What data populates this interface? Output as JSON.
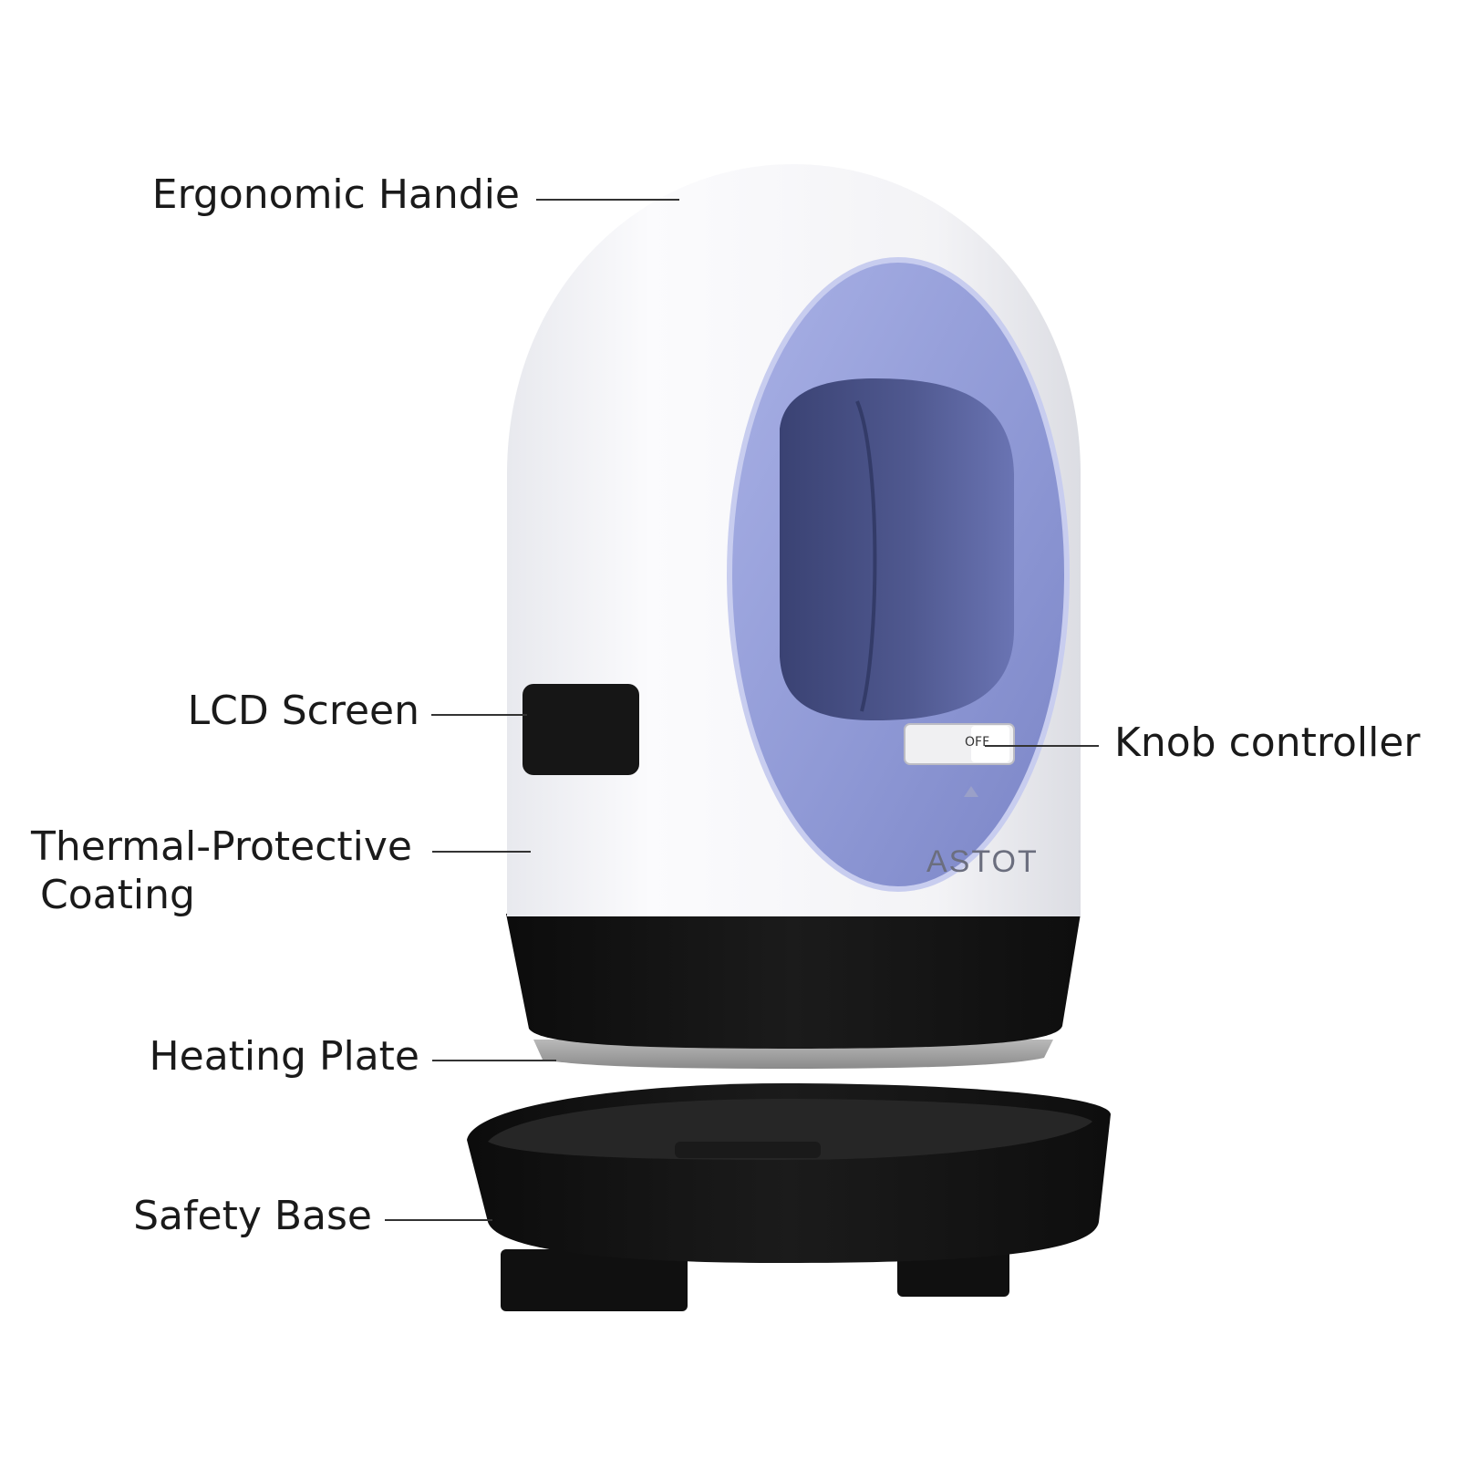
{
  "callouts": {
    "handle": "Ergonomic Handie",
    "lcd": "LCD Screen",
    "knob": "Knob controller",
    "coating_line1": "Thermal-Protective",
    "coating_line2": "Coating",
    "plate": "Heating Plate",
    "base": "Safety Base"
  },
  "device": {
    "knob_text": "OFF",
    "brand_logo": "ASTOT"
  },
  "colors": {
    "body_white": "#f7f7f9",
    "accent_purple": "#8f9ad6",
    "cavity_dark": "#4a5286",
    "base_black": "#121212",
    "text": "#1a1a1a",
    "line": "#333333"
  }
}
